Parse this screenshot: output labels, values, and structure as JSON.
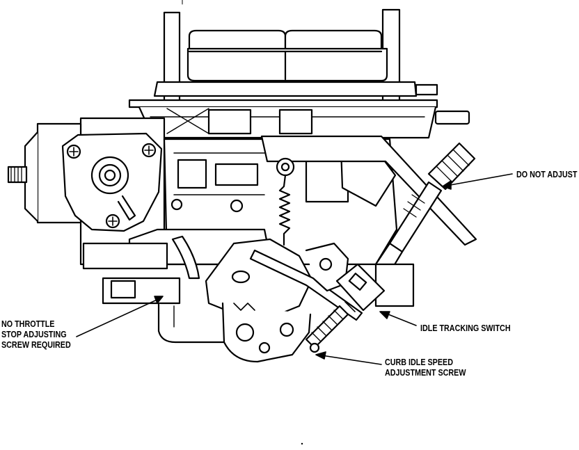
{
  "labels": {
    "do_not_adjust": "DO NOT ADJUST",
    "idle_tracking_switch": "IDLE TRACKING SWITCH",
    "curb_idle": {
      "line1": "CURB IDLE SPEED",
      "line2": "ADJUSTMENT SCREW"
    },
    "no_throttle": {
      "line1": "NO THROTTLE",
      "line2": "STOP ADJUSTING",
      "line3": "SCREW  REQUIRED"
    }
  },
  "colors": {
    "ink": "#000000",
    "paper": "#ffffff"
  }
}
